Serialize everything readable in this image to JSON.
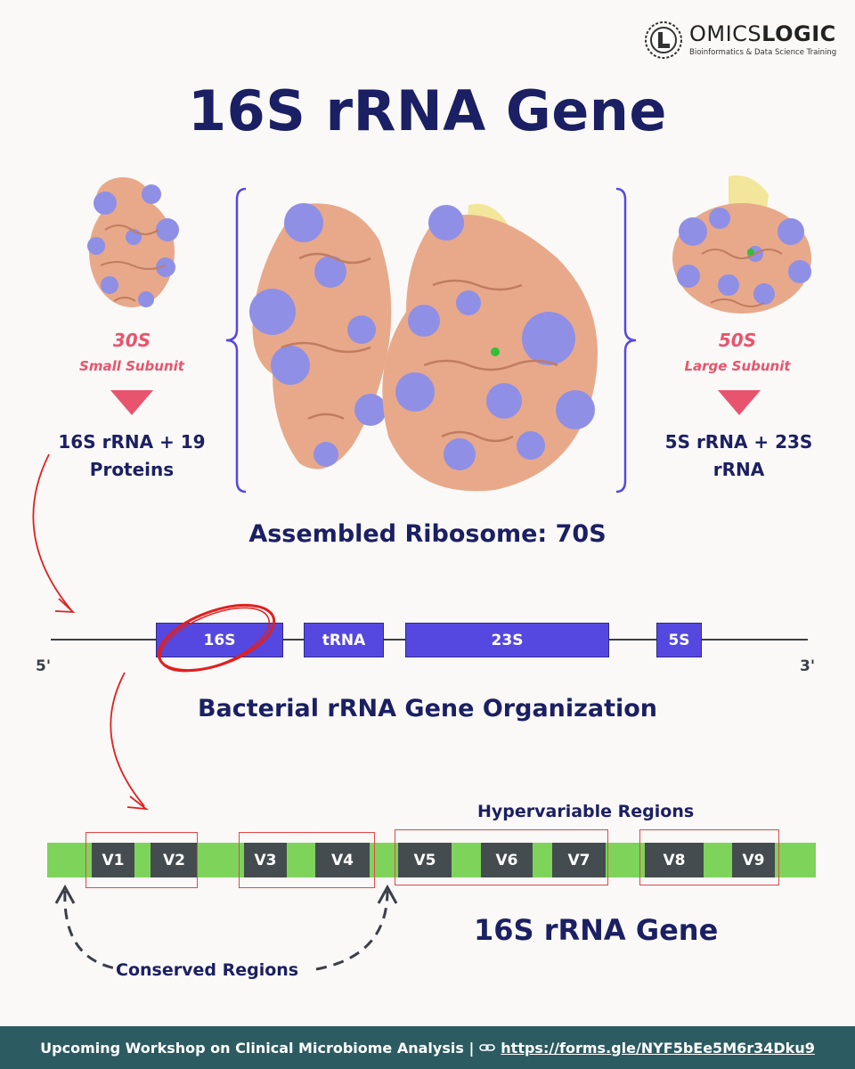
{
  "brand": {
    "name_light": "OMICS",
    "name_bold": "LOGIC",
    "tagline": "Bioinformatics & Data Science Training"
  },
  "title": "16S rRNA Gene",
  "small_subunit": {
    "size": "30S",
    "name": "Small Subunit",
    "composition_line1": "16S rRNA + 19",
    "composition_line2": "Proteins"
  },
  "large_subunit": {
    "size": "50S",
    "name": "Large Subunit",
    "composition_line1": "5S rRNA + 23S",
    "composition_line2": "rRNA"
  },
  "assembled_label": "Assembled Ribosome: 70S",
  "operon": {
    "five_prime": "5'",
    "three_prime": "3'",
    "genes": [
      "16S",
      "tRNA",
      "23S",
      "5S"
    ],
    "caption": "Bacterial rRNA Gene Organization"
  },
  "gene_map": {
    "hypervariable_label": "Hypervariable Regions",
    "regions": [
      "V1",
      "V2",
      "V3",
      "V4",
      "V5",
      "V6",
      "V7",
      "V8",
      "V9"
    ],
    "conserved_label": "Conserved Regions",
    "caption": "16S rRNA Gene"
  },
  "footer": {
    "text": "Upcoming Workshop on Clinical Microbiome Analysis |",
    "link_icon": "link-icon",
    "link": "https://forms.gle/NYF5bEe5M6r34Dku9"
  },
  "colors": {
    "navy": "#1b1f63",
    "pink": "#e8546e",
    "gene_blue": "#5548e0",
    "green_bar": "#7ed35b",
    "region_dark": "#444c4f",
    "footer_teal": "#2c5b61",
    "rna_salmon": "#e8a98a",
    "protein_lavender": "#8f8fe6",
    "highlight_red": "#e02020"
  }
}
